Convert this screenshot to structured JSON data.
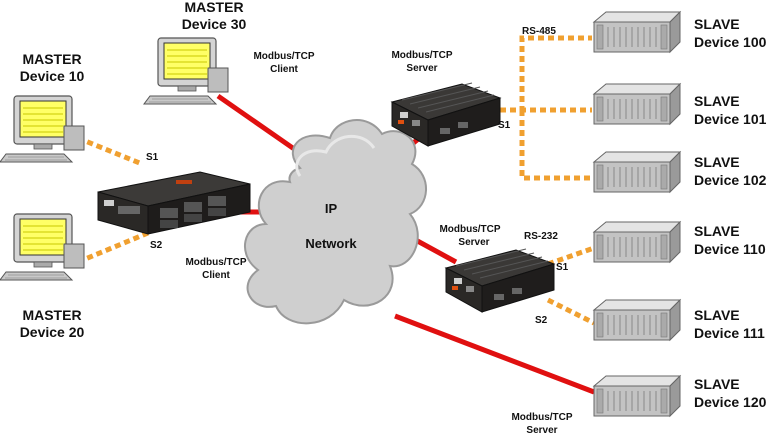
{
  "masters": {
    "m10": {
      "role": "MASTER",
      "name": "Device 10"
    },
    "m20": {
      "role": "MASTER",
      "name": "Device 20"
    },
    "m30": {
      "role": "MASTER",
      "name": "Device 30"
    }
  },
  "slaves": {
    "s100": {
      "role": "SLAVE",
      "name": "Device 100"
    },
    "s101": {
      "role": "SLAVE",
      "name": "Device 101"
    },
    "s102": {
      "role": "SLAVE",
      "name": "Device 102"
    },
    "s110": {
      "role": "SLAVE",
      "name": "Device 110"
    },
    "s111": {
      "role": "SLAVE",
      "name": "Device 111"
    },
    "s120": {
      "role": "SLAVE",
      "name": "Device 120"
    }
  },
  "labels": {
    "client_top_l1": "Modbus/TCP",
    "client_top_l2": "Client",
    "server_top_l1": "Modbus/TCP",
    "server_top_l2": "Server",
    "client_bottom_l1": "Modbus/TCP",
    "client_bottom_l2": "Client",
    "server_mid_l1": "Modbus/TCP",
    "server_mid_l2": "Server",
    "server_bottom_l1": "Modbus/TCP",
    "server_bottom_l2": "Server",
    "rs485": "RS-485",
    "rs232": "RS-232",
    "gw_left_s1": "S1",
    "gw_left_s2": "S2",
    "gw_top_s1": "S1",
    "gw_mid_s1": "S1",
    "gw_mid_s2": "S2"
  },
  "network": {
    "line1": "IP",
    "line2": "Network"
  },
  "colors": {
    "ethernet": "#e01010",
    "serial": "#f0a030",
    "cloud_fill": "#cfcfcf",
    "cloud_stroke": "#9a9a9a",
    "device_body": "#252322",
    "monitor_screen": "#ffff66",
    "monitor_body": "#cfcfcf",
    "slave_body": "#c3c3c3"
  }
}
